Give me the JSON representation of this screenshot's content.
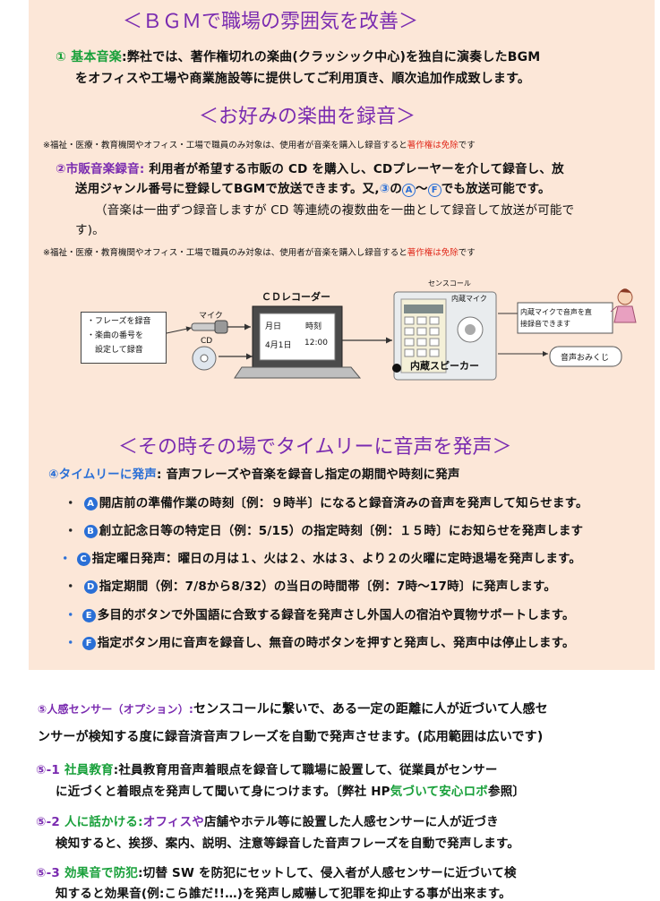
{
  "section1": {
    "heading": "＜ＢＧＭで職場の雰囲気を改善＞",
    "item1_label": "① 基本音楽",
    "item1_colon": ":",
    "item1_line1": "弊社では、著作権切れの楽曲(クラッシック中心)を独自に演奏したBGM",
    "item1_line2": "をオフィスや工場や商業施設等に提供してご利用頂き、順次追加作成致します。"
  },
  "section2": {
    "heading": "＜お好みの楽曲を録音＞",
    "note_before": "※福祉・医療・教育機関やオフィス・工場で職員のみ対象は、使用者が音楽を購入し録音すると",
    "note_red": "著作権は免除",
    "note_after": "です",
    "item2_label": "②市販音楽録音",
    "item2_colon": ":",
    "item2_line1": "利用者が希望する市販の CD を購入し、CDプレーヤーを介して録音し、放",
    "item2_line2a": "送用ジャンル番号に登録してBGMで放送できます。又,",
    "item2_line2_ref": "③",
    "item2_line2b": "の",
    "item2_line2_a": "A",
    "item2_line2_tilde": "～",
    "item2_line2_f": "F",
    "item2_line2c": "でも放送可能です。",
    "paren_line1": "（音楽は一曲ずつ録音しますが CD 等連続の複数曲を一曲として録音して放送が可能で",
    "paren_line2": "す)。",
    "note2_before": "※福祉・医療・教育機関やオフィス・工場で職員のみ対象は、使用者が音楽を購入し録音すると",
    "note2_red": "著作権は免除",
    "note2_after": "です"
  },
  "diagram": {
    "left_box_line1": "・フレーズを録音",
    "left_box_line2": "・楽曲の番号を",
    "left_box_line3": "　設定して録音",
    "mic_label": "マイク",
    "cd_label": "CD",
    "recorder_label": "ＣＤレコーダー",
    "screen_col1": "月日",
    "screen_col2": "時刻",
    "screen_date": "4月1日",
    "screen_time": "12:00",
    "sensecall_label": "センスコール",
    "inner_mic_label": "内蔵マイク",
    "inner_speaker_label": "内蔵スピーカー",
    "right_box1_line1": "内蔵マイクで音声を直",
    "right_box1_line2": "接録音できます",
    "right_box2": "音声おみくじ"
  },
  "section3": {
    "heading": "＜その時その場でタイムリーに音声を発声＞",
    "item4_label": "④タイムリーに発声",
    "item4_colon": ":",
    "item4_text": "音声フレーズや音楽を録音し指定の期間や時刻に発声",
    "bullets": [
      {
        "letter": "A",
        "text": "開店前の準備作業の時刻〔例：９時半〕になると録音済みの音声を発声して知らせます。"
      },
      {
        "letter": "B",
        "text": "創立記念日等の特定日（例：5/15）の指定時刻〔例：１５時〕にお知らせを発声します"
      },
      {
        "letter": "C",
        "text": "指定曜日発声：曜日の月は１、火は２、水は３、より２の火曜に定時退場を発声します。"
      },
      {
        "letter": "D",
        "text": "指定期間（例：7/8から8/32）の当日の時間帯〔例：7時～17時〕に発声します。"
      },
      {
        "letter": "E",
        "text": "多目的ボタンで外国語に合致する録音を発声さし外国人の宿泊や買物サポートします。"
      },
      {
        "letter": "F",
        "text": "指定ボタン用に音声を録音し、無音の時ボタンを押すと発声し、発声中は停止します。"
      }
    ]
  },
  "section4": {
    "item5_label": "⑤人感センサー（オプション）:",
    "item5_line1": "センスコールに繋いで、ある一定の距離に人が近づいて人感セ",
    "item5_line2": "ンサーが検知する度に録音済音声フレーズを自動で発声させます。(応用範囲は広いです)",
    "sub1_num": "⑤-1",
    "sub1_label": "社員教育",
    "sub1_line1": ":社員教育用音声着眼点を録音して職場に設置して、従業員がセンサー",
    "sub1_line2a": "に近づくと着眼点を発声して聞いて身につけます。〔弊社 HP",
    "sub1_line2_green": "気づいて安心ロボ",
    "sub1_line2b": "参照〕",
    "sub2_num": "⑤-2",
    "sub2_label": "人に話かける:",
    "sub2_purple": "オフィスや",
    "sub2_line1": "店舗やホテル等に設置した人感センサーに人が近づき",
    "sub2_line2": "検知すると、挨拶、案内、説明、注意等録音した音声フレーズを自動で発声します。",
    "sub3_num": "⑤-3",
    "sub3_label": "効果音で防犯",
    "sub3_line1": ":切替 SW を防犯にセットして、侵入者が人感センサーに近づいて検",
    "sub3_line2": "知すると効果音(例:こら誰だ!!…)を発声し威嚇して犯罪を抑止する事が出来ます。"
  },
  "colors": {
    "panel_bg": "#fce7d8",
    "heading_purple": "#7a2bb0",
    "label_green": "#18a03a",
    "accent_blue": "#2a6fd6",
    "note_red": "#e0281a"
  }
}
